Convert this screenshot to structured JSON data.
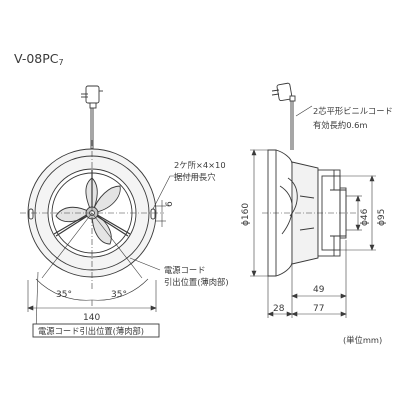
{
  "model": {
    "base": "V-08PC",
    "suffix": "7"
  },
  "front_view": {
    "dim_width": "140",
    "dim_slot_offset": "6",
    "angle_left": "35°",
    "angle_right": "35°",
    "slot_note": [
      "2ケ所×4×10",
      "据付用長穴"
    ],
    "cord_note": [
      "電源コード",
      "引出位置(薄肉部)"
    ],
    "cord_note_bottom": "電源コード引出位置(薄肉部)"
  },
  "side_view": {
    "cord_note": [
      "2芯平形ビニルコード",
      "有効長約0.6m"
    ],
    "dim_phi160": "ϕ160",
    "dim_phi46": "ϕ46",
    "dim_phi95": "ϕ95",
    "dim_49": "49",
    "dim_28": "28",
    "dim_77": "77"
  },
  "unit": "(単位mm)",
  "colors": {
    "line": "#3a3a3a",
    "face": "#f3f3f3",
    "guard": "#e0e0e0",
    "hub": "#bdbdbd"
  },
  "icons": [
    "power-plug-icon",
    "power-plug-icon"
  ]
}
